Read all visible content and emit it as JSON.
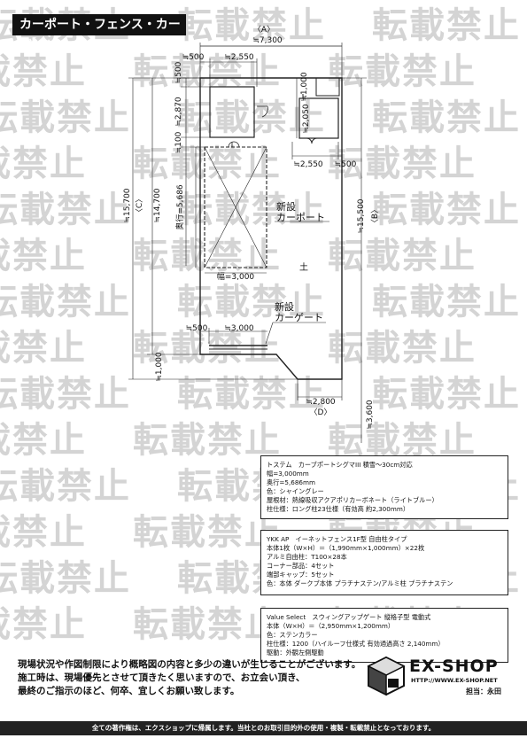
{
  "title": "カーポート・フェンス・カーゲート",
  "watermark": "転載禁止",
  "plan": {
    "marker_a": "〈A〉",
    "marker_b": "〈B〉",
    "marker_c": "〈C〉",
    "marker_d": "〈D〉",
    "dim_top_total": "≒7,300",
    "dim_top_500": "≒500",
    "dim_top_2550": "≒2,550",
    "dim_right_1000": "≒1,000",
    "dim_right_2050": "≒2,050",
    "dim_right_2550": "≒2,550",
    "dim_right_500": "≒500",
    "dim_left_500": "≒500",
    "dim_left_2870": "≒2,870",
    "dim_left_100": "≒100",
    "dim_left_15700": "≒15,700",
    "dim_left_14700": "≒14,700",
    "dim_depth": "奥行=5,686",
    "dim_width": "幅=3,000",
    "dim_right_15500": "≒15,500",
    "carport_new": "新設",
    "carport_name": "カーポート",
    "soil": "土",
    "gate_new": "新設",
    "gate_name": "カーゲート",
    "dim_gate_500": "≒500",
    "dim_gate_3000": "≒3,000",
    "dim_left_1000": "≒1,000",
    "dim_bottom_2800": "≒2,800",
    "dim_bottom_3600": "≒3,600"
  },
  "spec1": {
    "line1": "トステム　カーブポートシグマIII 積雪～30cm対応",
    "line2": "幅=3,000mm",
    "line3": "奥行=5,686mm",
    "line4": "色：シャイングレー",
    "line5": "屋根材：熱線吸収アクアポリカーボネート（ライトブルー）",
    "line6": "柱仕様：ロング柱23仕様（有効高 約2,300mm）"
  },
  "spec2": {
    "line1": "YKK AP　イーネットフェンス1F型 自由柱タイプ",
    "line2": "本体1枚（W×H）＝（1,990mm×1,000mm）×22枚",
    "line3": "アルミ自由柱：T100×28本",
    "line4": "コーナー部品：4セット",
    "line5": "端部キャップ：5セット",
    "line6": "色：本体 ダークブ本体 プラチナステン/アルミ柱 プラチナステン"
  },
  "spec3": {
    "line1": "Value Select　スウィングアップゲート 縦格子型 電動式",
    "line2": "本体（W×H）＝（2,950mm×1,200mm）",
    "line3": "色：ステンカラー",
    "line4": "柱仕様：1200（ハイルーフ仕様式 有効通過高さ 2,140mm）",
    "line5": "駆動：外観左側駆動"
  },
  "notes": {
    "line1": "現場状況や作図制限により概略図の内容と多少の違いが生じることがございます。",
    "line2": "施工時は、現場優先とさせて頂きたく思いますので、お立会い頂き、",
    "line3": "最終のご指示のほど、何卒、宜しくお願い致します。"
  },
  "logo": {
    "name": "EX-SHOP",
    "url": "HTTP://WWW.EX-SHOP.NET",
    "staff": "担当：永田"
  },
  "footer": "全ての著作権は、エクスショップに帰属します。当社とのお取引目的外の使用・複製・転載禁止となっております。"
}
